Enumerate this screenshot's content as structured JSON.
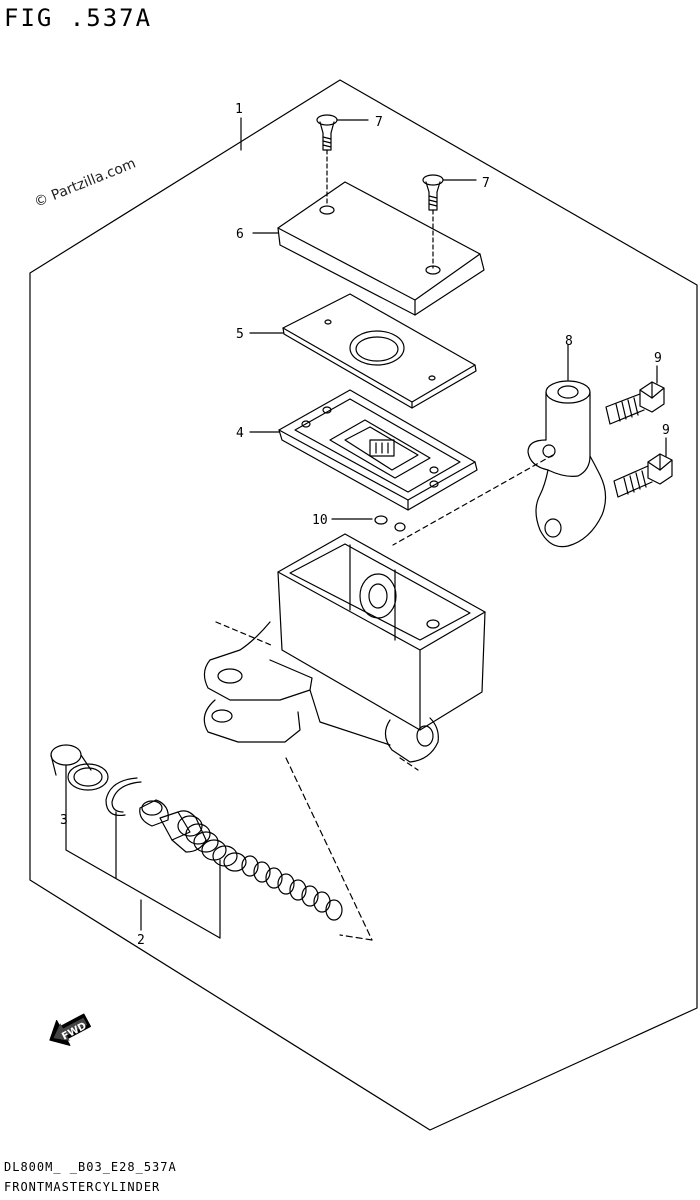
{
  "header": {
    "fig_title": "FIG .537A"
  },
  "watermark": "© Partzilla.com",
  "parts": {
    "p1": "1",
    "p2": "2",
    "p3": "3",
    "p4": "4",
    "p5": "5",
    "p6": "6",
    "p7a": "7",
    "p7b": "7",
    "p8": "8",
    "p9a": "9",
    "p9b": "9",
    "p10": "10"
  },
  "fwd_label": "FWD",
  "footer": {
    "code": "DL800M_ _B03_E28_537A",
    "name": "FRONTMASTERCYLINDER"
  },
  "icons": {
    "fwd": "arrow-fwd-icon"
  }
}
